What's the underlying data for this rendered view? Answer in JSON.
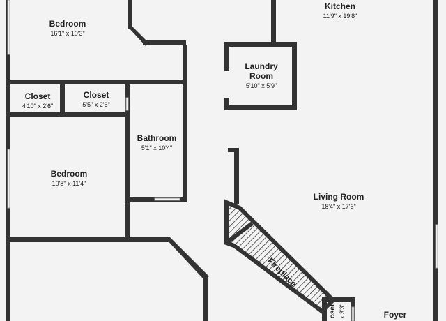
{
  "rooms": {
    "bedroom_top": {
      "name": "Bedroom",
      "dims": "16'1\" x 10'3\""
    },
    "kitchen": {
      "name": "Kitchen",
      "dims": "11'9\" x 19'8\""
    },
    "laundry": {
      "name_line1": "Laundry",
      "name_line2": "Room",
      "dims": "5'10\" x 5'9\""
    },
    "closet_left": {
      "name": "Closet",
      "dims": "4'10\" x 2'6\""
    },
    "closet_right": {
      "name": "Closet",
      "dims": "5'5\" x 2'6\""
    },
    "bathroom": {
      "name": "Bathroom",
      "dims": "5'1\" x 10'4\""
    },
    "bedroom_mid": {
      "name": "Bedroom",
      "dims": "10'8\" x 11'4\""
    },
    "living_room": {
      "name": "Living Room",
      "dims": "18'4\" x 17'6\""
    },
    "fireplace": {
      "name": "Fireplace"
    },
    "foyer": {
      "name": "Foyer"
    },
    "closet_bottom": {
      "name": "oset",
      "dims": "x 3'3\""
    }
  },
  "colors": {
    "wall": "#333333",
    "floor": "#f3f3f3",
    "hatch": "#333333"
  }
}
